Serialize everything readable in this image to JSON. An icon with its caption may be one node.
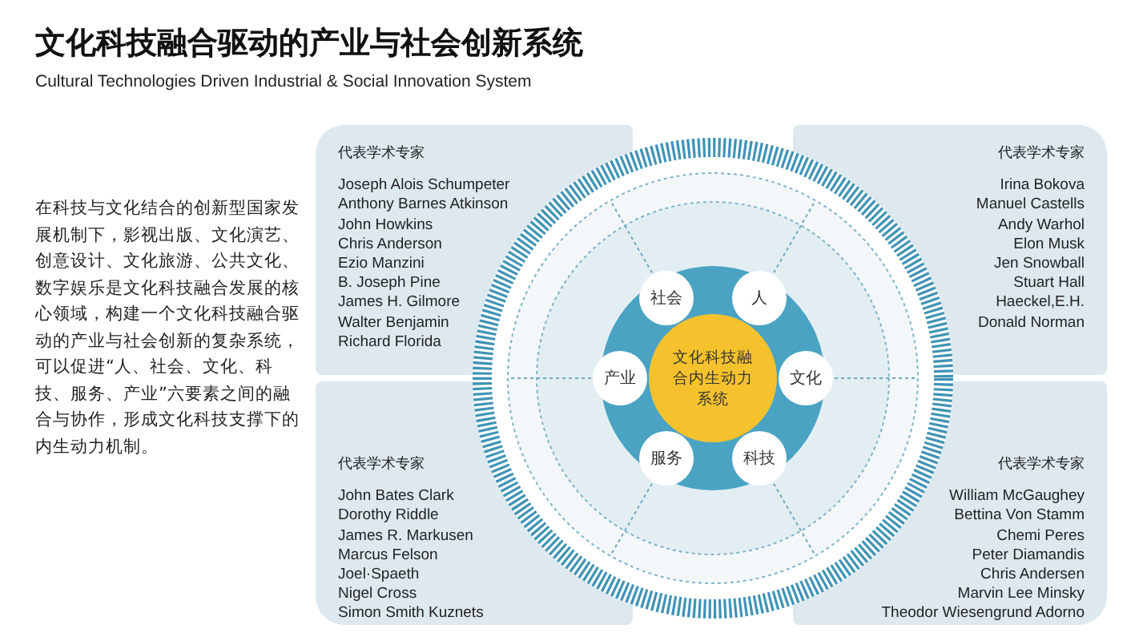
{
  "diagram": {
    "title": "文化科技融合驱动的产业与社会创新系统",
    "nodes": [
      {
        "text": [
          "代表学术专家",
          "Joseph Alois Schumpeter",
          "Anthony Barnes Atkinson",
          "John Howkins",
          "Chris Anderson",
          "Ezio Manzini",
          "B. Joseph Pine",
          "James H. Gilmore",
          "Walter Benjamin",
          "Richard Florida"
        ]
      },
      {
        "text": [
          "代表学术专家",
          "Irina Bokova",
          "Manuel Castells",
          "Andy Warhol",
          "Elon Musk",
          "Jen Snowball",
          "Stuart Hall",
          "Haeckel,E.H.",
          "Donald Norman"
        ]
      },
      {
        "text": [
          "代表学术专家",
          "John Bates Clark",
          "Dorothy Riddle",
          "James R. Markusen",
          "Marcus Felson",
          "Joel·Spaeth",
          "Nigel Cross",
          "Simon Smith Kuznets"
        ]
      },
      {
        "text": [
          "代表学术专家",
          "William McGaughey",
          "Bettina Von Stamm",
          "Chemi Peres",
          "Peter Diamandis",
          "Chris Andersen",
          "Marvin Lee Minsky",
          "Theodor Wiesengrund Adorno"
        ]
      },
      {
        "text": [
          "文化科技融合内生动力系统"
        ]
      },
      {
        "text": [
          "社会"
        ]
      },
      {
        "text": [
          "人"
        ]
      },
      {
        "text": [
          "文化"
        ]
      },
      {
        "text": [
          "科技"
        ]
      },
      {
        "text": [
          "服务"
        ]
      },
      {
        "text": [
          "产业"
        ]
      }
    ],
    "labels": [
      "Cultural Technologies Driven Industrial & Social Innovation System",
      "在科技与文化结合的创新型国家发展机制下，影视出版、文化演艺、创意设计、文化旅游、公共文化、数字娱乐是文化科技融合发展的核心领域，构建一个文化科技融合驱动的产业与社会创新的复杂系统，可以促进“人、社会、文化、科技、服务、产业”六要素之间的融合与协作，形成文化科技支撑下的内生动力机制。"
    ]
  }
}
